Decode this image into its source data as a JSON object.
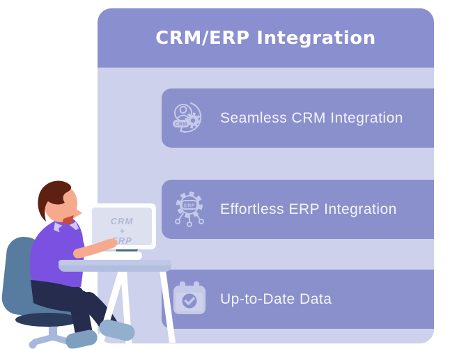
{
  "header": {
    "title": "CRM/ERP Integration"
  },
  "features": [
    {
      "label": "Seamless CRM Integration",
      "icon": "crm-sync-icon",
      "badge": "CRM"
    },
    {
      "label": "Effortless ERP Integration",
      "icon": "erp-network-icon",
      "badge": "ERP"
    },
    {
      "label": "Up-to-Date Data",
      "icon": "calendar-check-icon"
    }
  ],
  "illustration": {
    "screen_lines": [
      "CRM",
      "+",
      "ERP"
    ]
  },
  "colors": {
    "background": "#ffffff",
    "panel": "#cdd1ec",
    "header_bar": "#8a8fd0",
    "card": "#8a90cc",
    "card_text": "#f3f4fb",
    "icon": "#c6cae9",
    "shirt": "#7b51e1",
    "pants": "#252c4e",
    "chair": "#587ca0",
    "skin": "#f5aa8e",
    "hair": "#5e2011"
  }
}
